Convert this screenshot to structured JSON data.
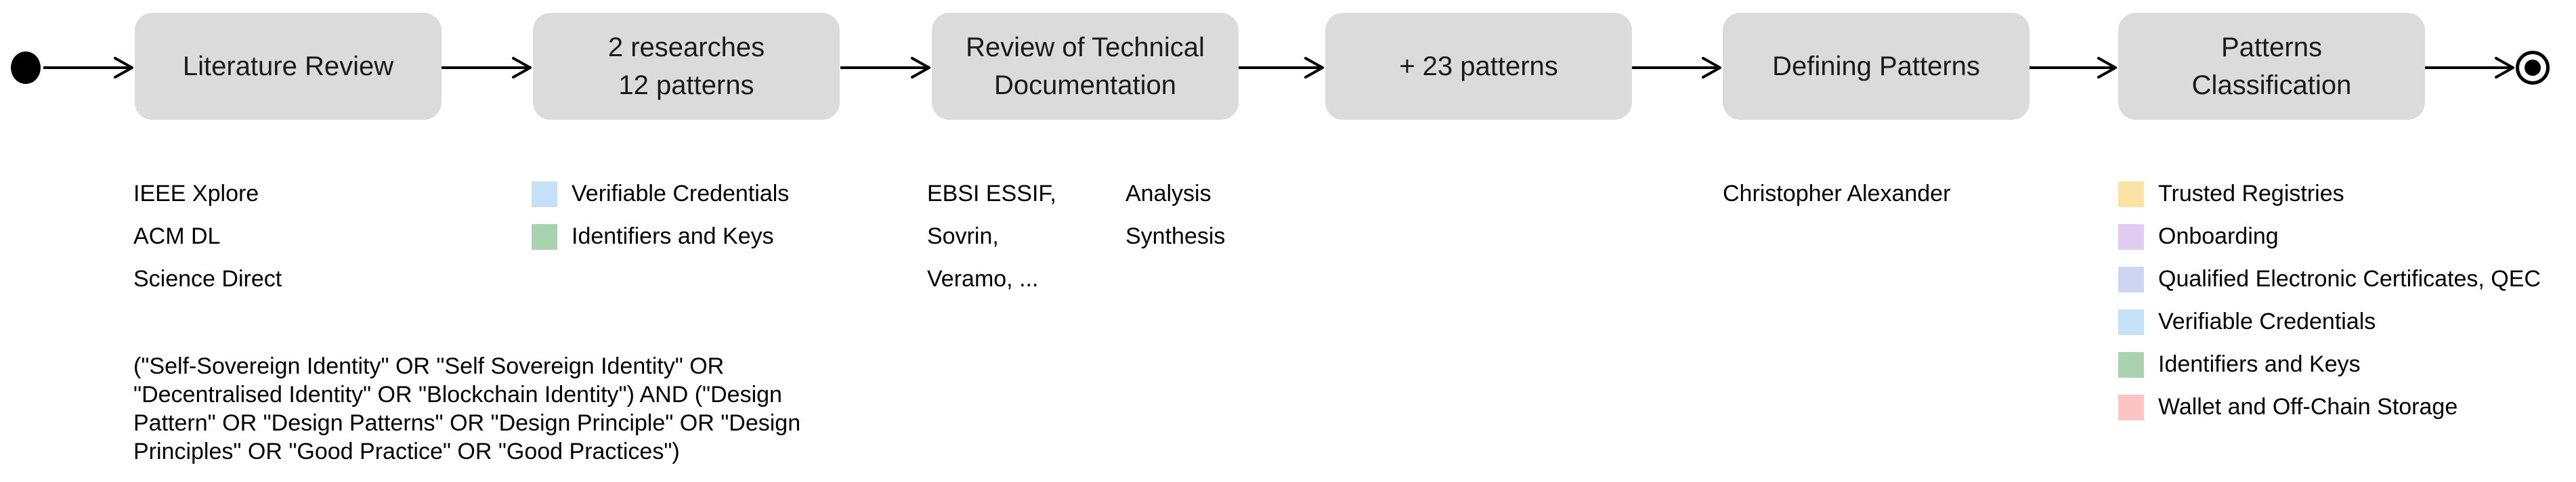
{
  "flow": {
    "steps": [
      {
        "label": "Literature Review"
      },
      {
        "label": "2 researches\n12 patterns"
      },
      {
        "label": "Review of Technical\nDocumentation"
      },
      {
        "label": "+ 23 patterns"
      },
      {
        "label": "Defining Patterns"
      },
      {
        "label": "Patterns\nClassification"
      }
    ]
  },
  "annotations": {
    "literature_review": {
      "databases": [
        "IEEE Xplore",
        "ACM DL",
        "Science Direct"
      ],
      "search_query": "(\"Self-Sovereign Identity\" OR \"Self Sovereign Identity\" OR\n\"Decentralised Identity\" OR \"Blockchain Identity\") AND (\"Design\nPattern\" OR \"Design Patterns\" OR \"Design Principle\" OR \"Design\nPrinciples\" OR \"Good Practice\" OR \"Good Practices\")"
    },
    "researches_patterns": {
      "legend": [
        {
          "label": "Verifiable Credentials",
          "color": "#C5E1F7"
        },
        {
          "label": "Identifiers and Keys",
          "color": "#A9D3AF"
        }
      ]
    },
    "technical_documentation": {
      "sources": [
        "EBSI ESSIF,",
        "Sovrin,",
        "Veramo, ..."
      ],
      "activities": [
        "Analysis",
        "Synthesis"
      ]
    },
    "defining_patterns": {
      "reference": "Christopher Alexander"
    },
    "patterns_classification": {
      "legend": [
        {
          "label": "Trusted Registries",
          "color": "#FAE3A3"
        },
        {
          "label": "Onboarding",
          "color": "#E3CCF3"
        },
        {
          "label": "Qualified Electronic Certificates, QEC",
          "color": "#CFD6F3"
        },
        {
          "label": "Verifiable Credentials",
          "color": "#C5E1F7"
        },
        {
          "label": "Identifiers and Keys",
          "color": "#A9D3AF"
        },
        {
          "label": "Wallet and Off-Chain Storage",
          "color": "#FBC5C3"
        }
      ]
    }
  },
  "colors": {
    "box_fill": "#DBDBDB",
    "edge": "#000000",
    "text": "#1A1A1A"
  }
}
